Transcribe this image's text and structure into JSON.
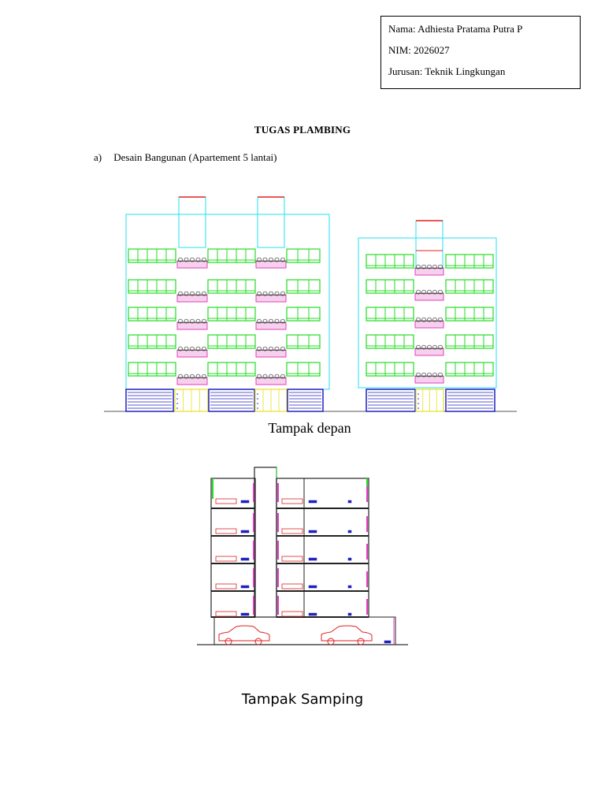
{
  "info": {
    "name": "Nama: Adhiesta Pratama Putra P",
    "nim": "NIM: 2026027",
    "jurusan": "Jurusan: Teknik Lingkungan"
  },
  "title": "TUGAS PLAMBING",
  "section_a": {
    "marker": "a)",
    "text": "Desain Bangunan (Apartement 5 lantai)"
  },
  "figures": {
    "front_caption": "Tampak depan",
    "side_caption": "Tampak Samping"
  },
  "colors": {
    "outline_cyan": "#22e0f0",
    "window_green": "#22dd22",
    "roof_red": "#e02020",
    "balcony_magenta": "#e040c0",
    "base_blue": "#2020c0",
    "door_yellow": "#e8e020"
  }
}
